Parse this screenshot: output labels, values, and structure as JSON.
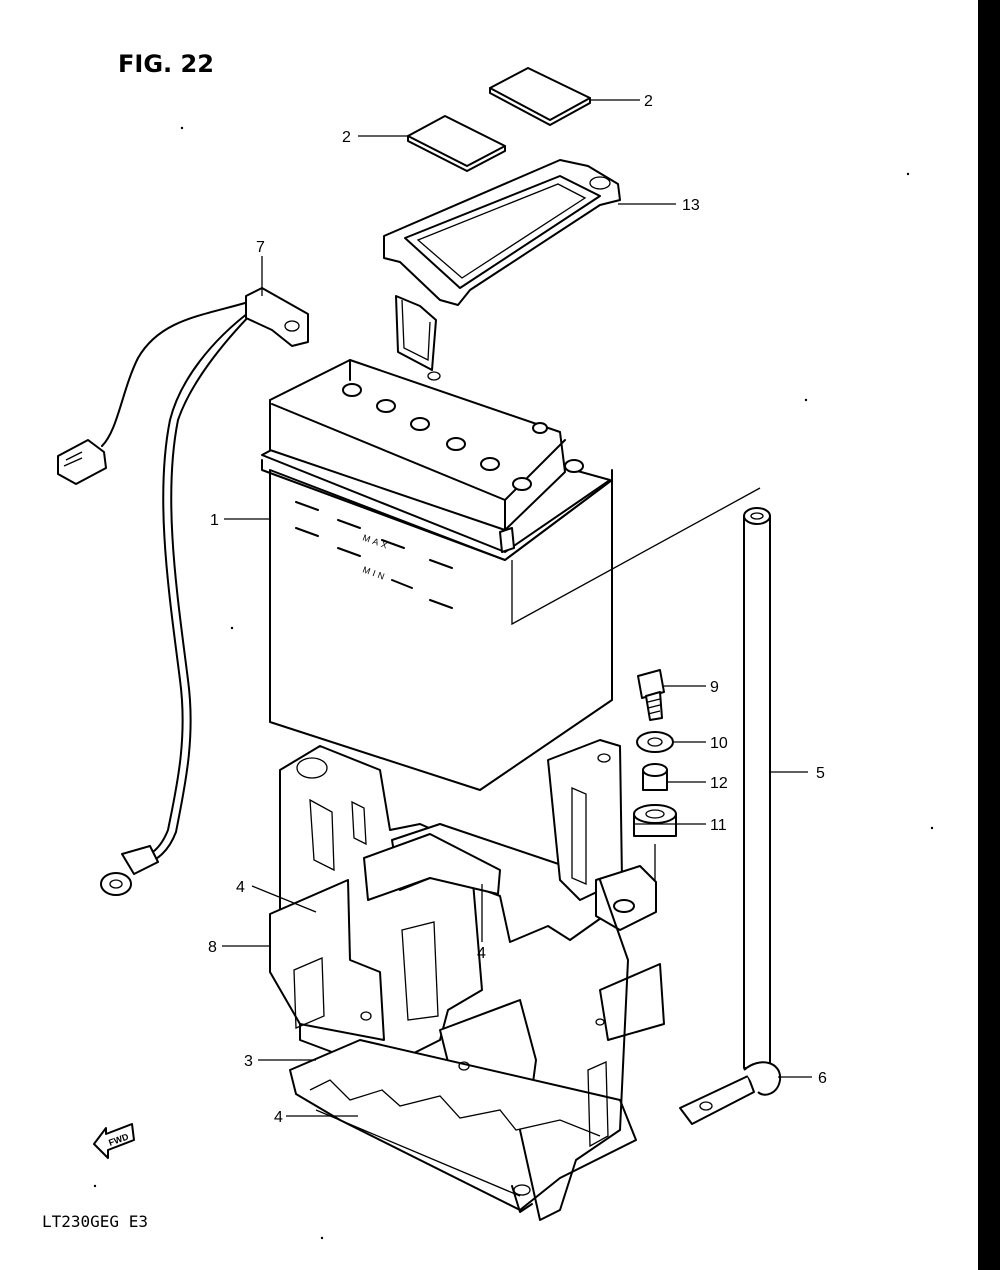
{
  "figure": {
    "title": "FIG. 22",
    "model_code": "LT230GEG E3",
    "fwd_label": "FWD"
  },
  "battery_markings": {
    "max": "MAX",
    "min": "MIN"
  },
  "callouts": [
    {
      "id": "c2a",
      "label": "2"
    },
    {
      "id": "c2b",
      "label": "2"
    },
    {
      "id": "c13",
      "label": "13"
    },
    {
      "id": "c7",
      "label": "7"
    },
    {
      "id": "c1",
      "label": "1"
    },
    {
      "id": "c9",
      "label": "9"
    },
    {
      "id": "c10",
      "label": "10"
    },
    {
      "id": "c5",
      "label": "5"
    },
    {
      "id": "c12",
      "label": "12"
    },
    {
      "id": "c11",
      "label": "11"
    },
    {
      "id": "c4a",
      "label": "4"
    },
    {
      "id": "c8",
      "label": "8"
    },
    {
      "id": "c4b",
      "label": "4"
    },
    {
      "id": "c3",
      "label": "3"
    },
    {
      "id": "c6",
      "label": "6"
    },
    {
      "id": "c4c",
      "label": "4"
    }
  ]
}
